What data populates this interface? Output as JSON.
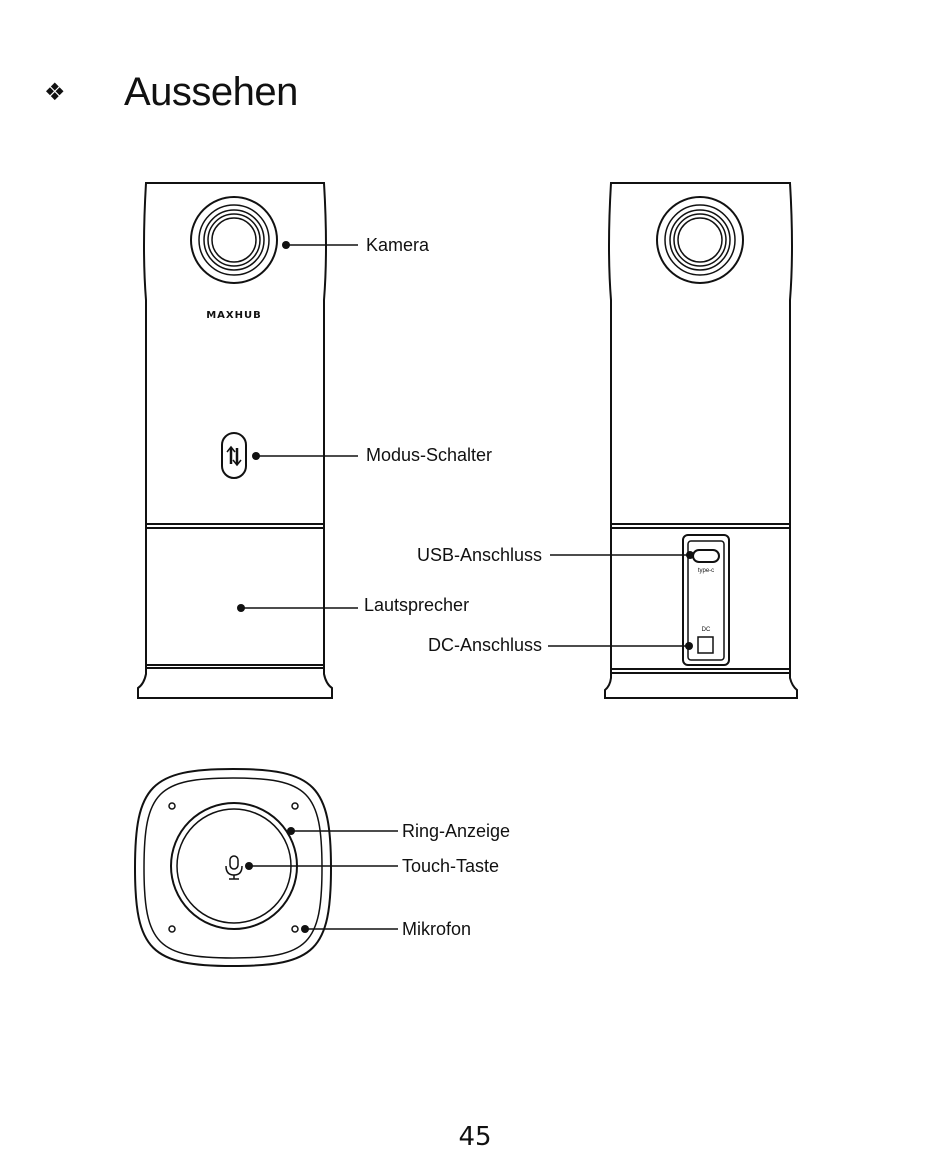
{
  "heading": {
    "bullet": "❖",
    "title": "Aussehen"
  },
  "device": {
    "brand": "MAXHUB",
    "usb_port_marking": "type-c",
    "dc_port_marking": "DC"
  },
  "labels": {
    "camera": "Kamera",
    "mode_switch": "Modus-Schalter",
    "speaker": "Lautsprecher",
    "usb_port": "USB-Anschluss",
    "dc_port": "DC-Anschluss",
    "ring_indicator": "Ring-Anzeige",
    "touch_button": "Touch-Taste",
    "microphone": "Mikrofon"
  },
  "page_number": "45"
}
